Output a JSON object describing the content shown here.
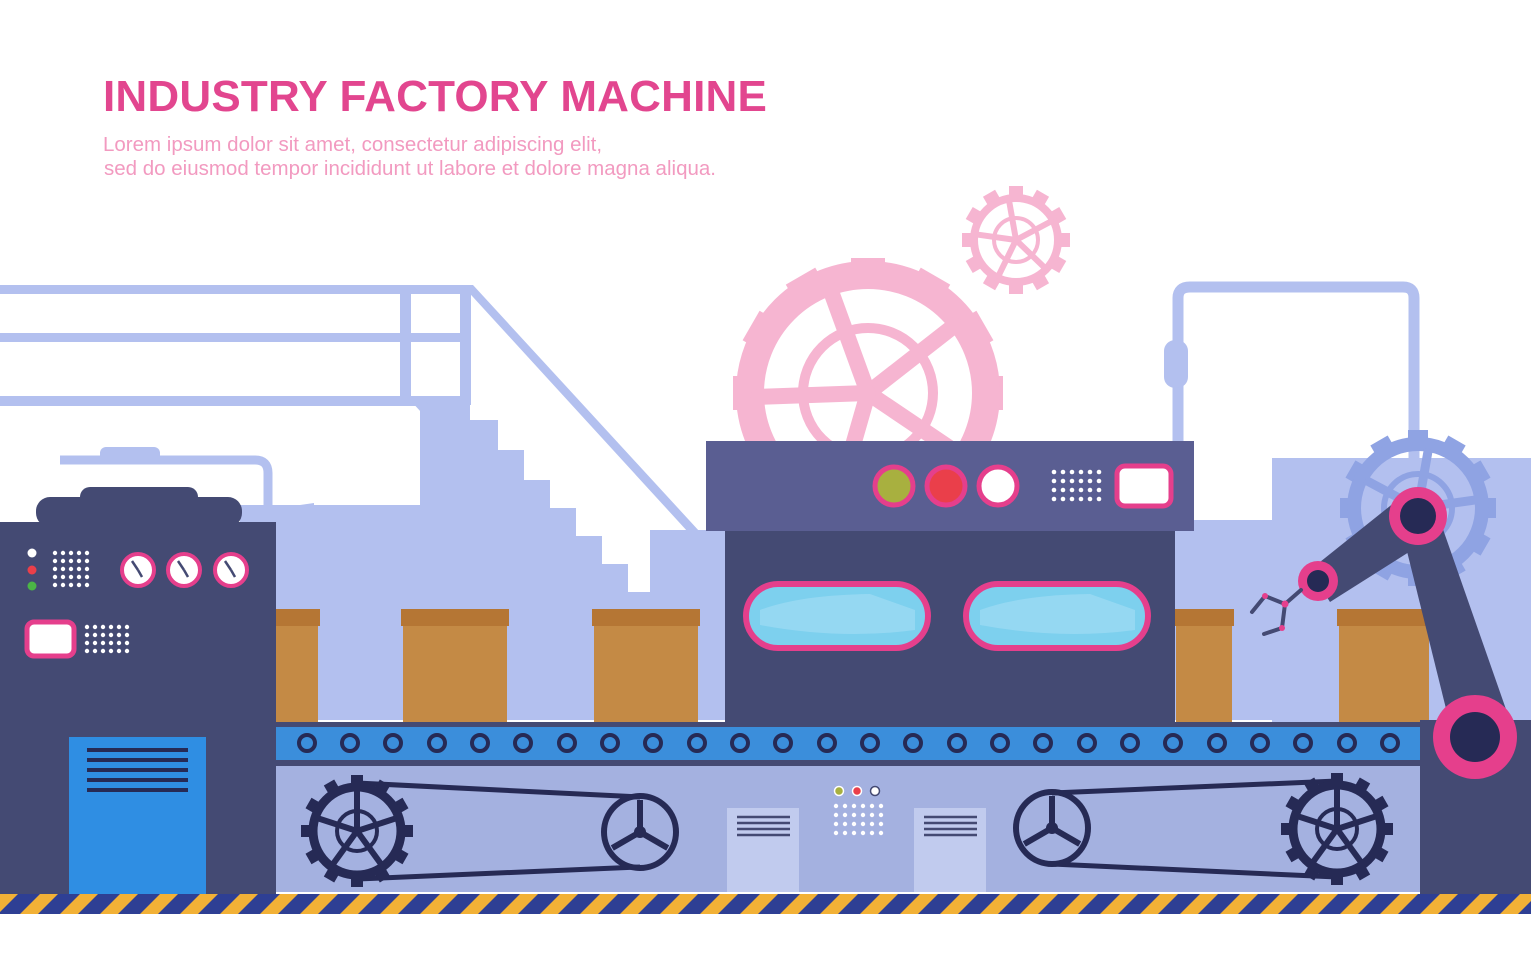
{
  "banner": {
    "title": "INDUSTRY FACTORY MACHINE",
    "subtitle_line1": "Lorem ipsum dolor sit amet, consectetur adipiscing elit,",
    "subtitle_line2": "sed do eiusmod tempor incididunt ut labore et dolore magna aliqua."
  },
  "colors": {
    "title_pink": "#e2468f",
    "subtitle_pink": "#f29ac0",
    "structure_lavender": "#b3c0ef",
    "machine_dark": "#444a73",
    "machine_mid": "#5a5e92",
    "accent_pink": "#e53f8c",
    "gear_light_pink": "#f6b5d1",
    "box_tan": "#c48a45",
    "box_lid": "#b57634",
    "conveyor_blue": "#3b8edb",
    "window_cyan": "#7dd0ee",
    "panel_blue": "#2f8ee3",
    "hazard_yellow": "#f2b136",
    "hazard_navy": "#2e3f94"
  },
  "icons": [
    "gear-icon",
    "clock-gauge-icon",
    "indicator-light-icon",
    "robot-arm-icon",
    "conveyor-belt-icon",
    "cardboard-box-icon"
  ]
}
